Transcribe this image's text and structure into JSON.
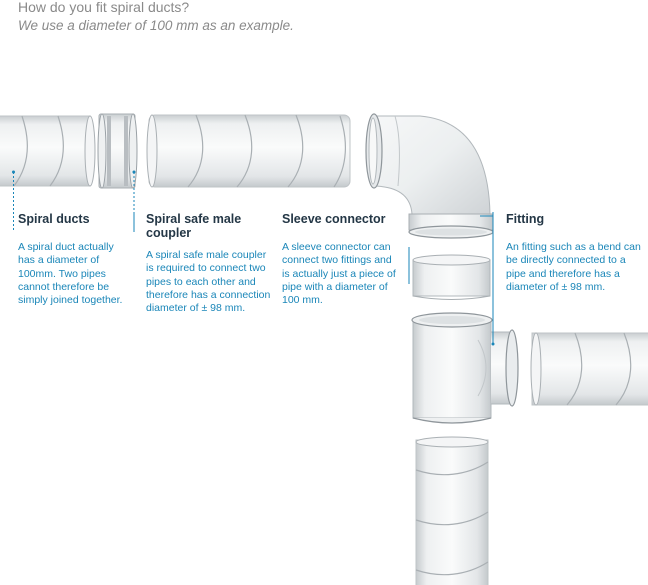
{
  "header": {
    "title": "How do you fit spiral ducts?",
    "subtitle": "We use a diameter of 100 mm as an example."
  },
  "labels": [
    {
      "title": "Spiral ducts",
      "text": "A spiral duct actually has a diameter of 100mm. Two pipes cannot therefore be simply joined together."
    },
    {
      "title": "Spiral safe male coupler",
      "text": "A spiral safe male coupler is required to connect two pipes to each other and therefore has a connection diameter of ± 98 mm."
    },
    {
      "title": "Sleeve connector",
      "text": "A sleeve connector can connect two fittings and is actually just a piece of pipe with a diameter of 100 mm."
    },
    {
      "title": "Fitting",
      "text": "An fitting such as a bend can be directly connected to a pipe and therefore has a diameter of ± 98 mm."
    }
  ],
  "colors": {
    "heading": "#243746",
    "body_text": "#1a86b8",
    "leader_line": "#1a86b8",
    "muted": "#8a8a8a"
  }
}
